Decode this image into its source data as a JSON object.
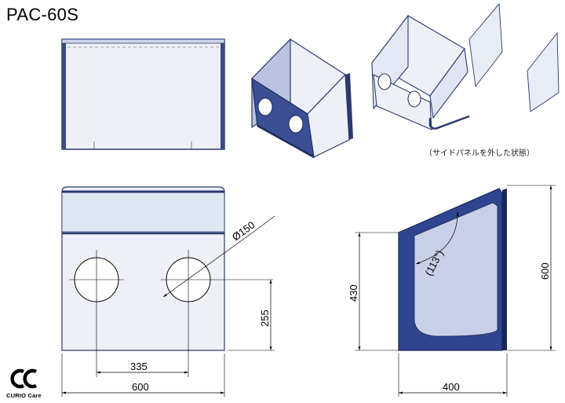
{
  "title": "PAC-60S",
  "caption": "（サイドパネルを外した状態）",
  "dimensions": {
    "hole_diameter": "Ø150",
    "hole_spacing": "335",
    "width": "600",
    "hole_height": "255",
    "depth": "400",
    "front_height": "430",
    "total_height": "600",
    "angle": "(113°)"
  },
  "logo": {
    "mark": "CC",
    "text": "CURIO Care"
  },
  "colors": {
    "panel_fill": "#eef0f8",
    "panel_edge": "#2b3a6e",
    "side_dark": "#2f4590",
    "side_light": "#c7cde6",
    "glass": "#dfe7f2",
    "line": "#000000"
  }
}
